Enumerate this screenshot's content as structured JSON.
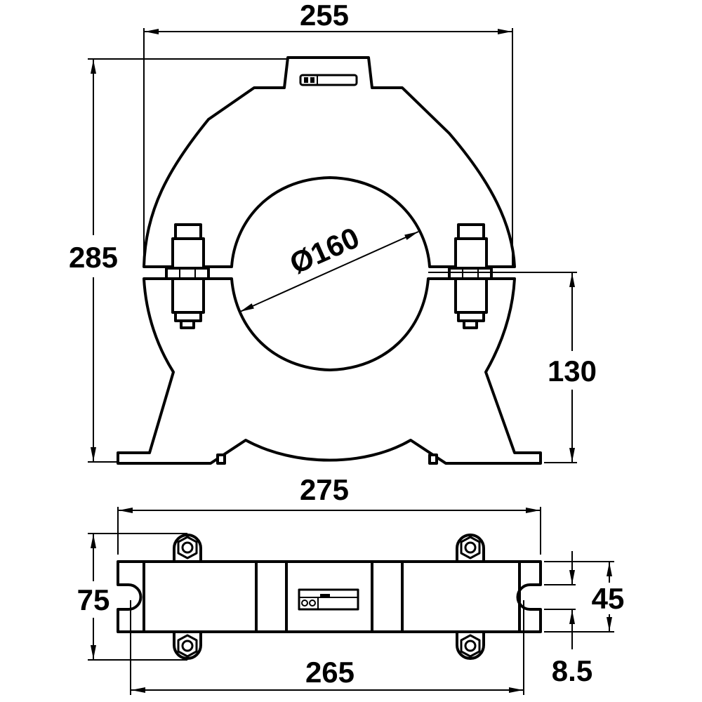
{
  "drawing": {
    "type": "split-core current transformer dimension drawing",
    "line_color": "#000000",
    "background": "#ffffff",
    "dimensions": {
      "overall_width_top": "255",
      "overall_height": "285",
      "window_diameter": "Ø160",
      "center_height": "130",
      "base_length": "275",
      "depth": "75",
      "mounting_hole_spacing": "265",
      "base_width": "45",
      "slot_width": "8.5"
    }
  }
}
